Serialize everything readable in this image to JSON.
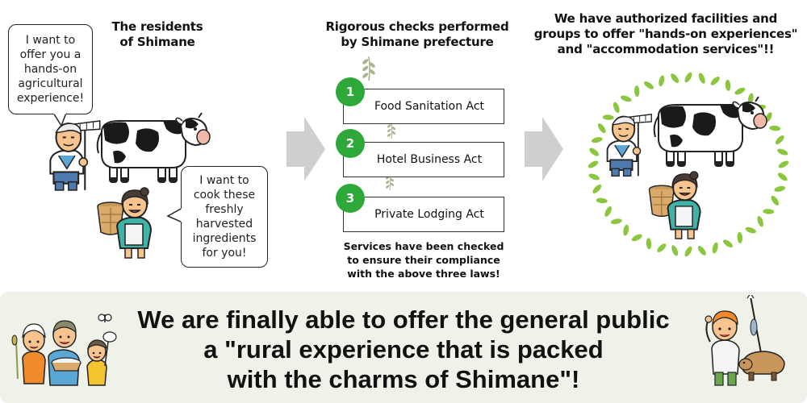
{
  "left": {
    "heading": [
      "The residents",
      "of Shimane"
    ],
    "bubble_farmer": [
      "I want to",
      "offer you a",
      "hands-on",
      "agricultural",
      "experience!"
    ],
    "bubble_woman": [
      "I want to",
      "cook these",
      "freshly",
      "harvested",
      "ingredients",
      "for you!"
    ]
  },
  "middle": {
    "heading": [
      "Rigorous checks performed",
      "by Shimane prefecture"
    ],
    "laws": [
      {
        "num": "1",
        "label": "Food Sanitation Act"
      },
      {
        "num": "2",
        "label": "Hotel Business Act"
      },
      {
        "num": "3",
        "label": "Private Lodging Act"
      }
    ],
    "note": [
      "Services have been checked",
      "to ensure their compliance",
      "with the above three laws!"
    ]
  },
  "right": {
    "heading": [
      "We have authorized facilities and",
      "groups to offer \"hands-on experiences\"",
      "and \"accommodation services\"!!"
    ]
  },
  "bottom": {
    "lines": [
      "We are finally able to offer the general public",
      "a \"rural experience that is packed",
      "with the charms of Shimane\"!"
    ]
  },
  "colors": {
    "green_badge": "#2fa83a",
    "wreath": "#8cc63f",
    "arrow": "#cfcfcf",
    "panel": "#eff2e8",
    "skin": "#f7c48f",
    "cow_black": "#1a1a1a"
  }
}
